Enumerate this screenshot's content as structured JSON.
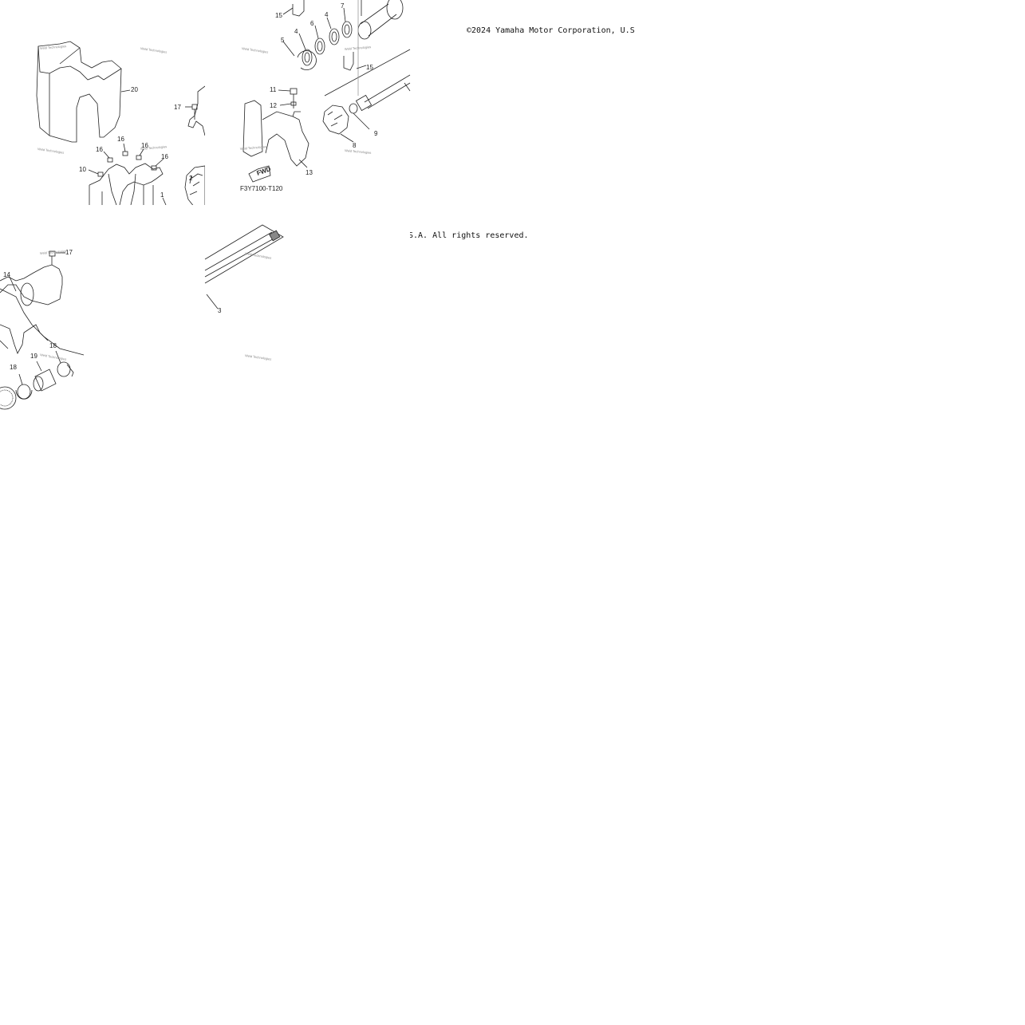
{
  "copyright": {
    "line1": "©2024 Yamaha Motor Corporation, U.S",
    "line2": "S.A. All rights reserved."
  },
  "diagram": {
    "figure_code": "F3Y7100-T120",
    "fwd_label": "FWD",
    "watermark": "Weld Technologies",
    "callouts": {
      "c1": "1",
      "c2": "2",
      "c3": "3",
      "c4a": "4",
      "c4b": "4",
      "c5": "5",
      "c6": "6",
      "c7": "7",
      "c8": "8",
      "c9": "9",
      "c10": "10",
      "c11": "11",
      "c12": "12",
      "c13": "13",
      "c14": "14",
      "c15a": "15",
      "c15b": "15",
      "c16a": "16",
      "c16b": "16",
      "c16c": "16",
      "c16d": "16",
      "c17a": "17",
      "c17b": "17",
      "c18a": "18",
      "c18b": "18",
      "c19": "19",
      "c20": "20"
    }
  }
}
